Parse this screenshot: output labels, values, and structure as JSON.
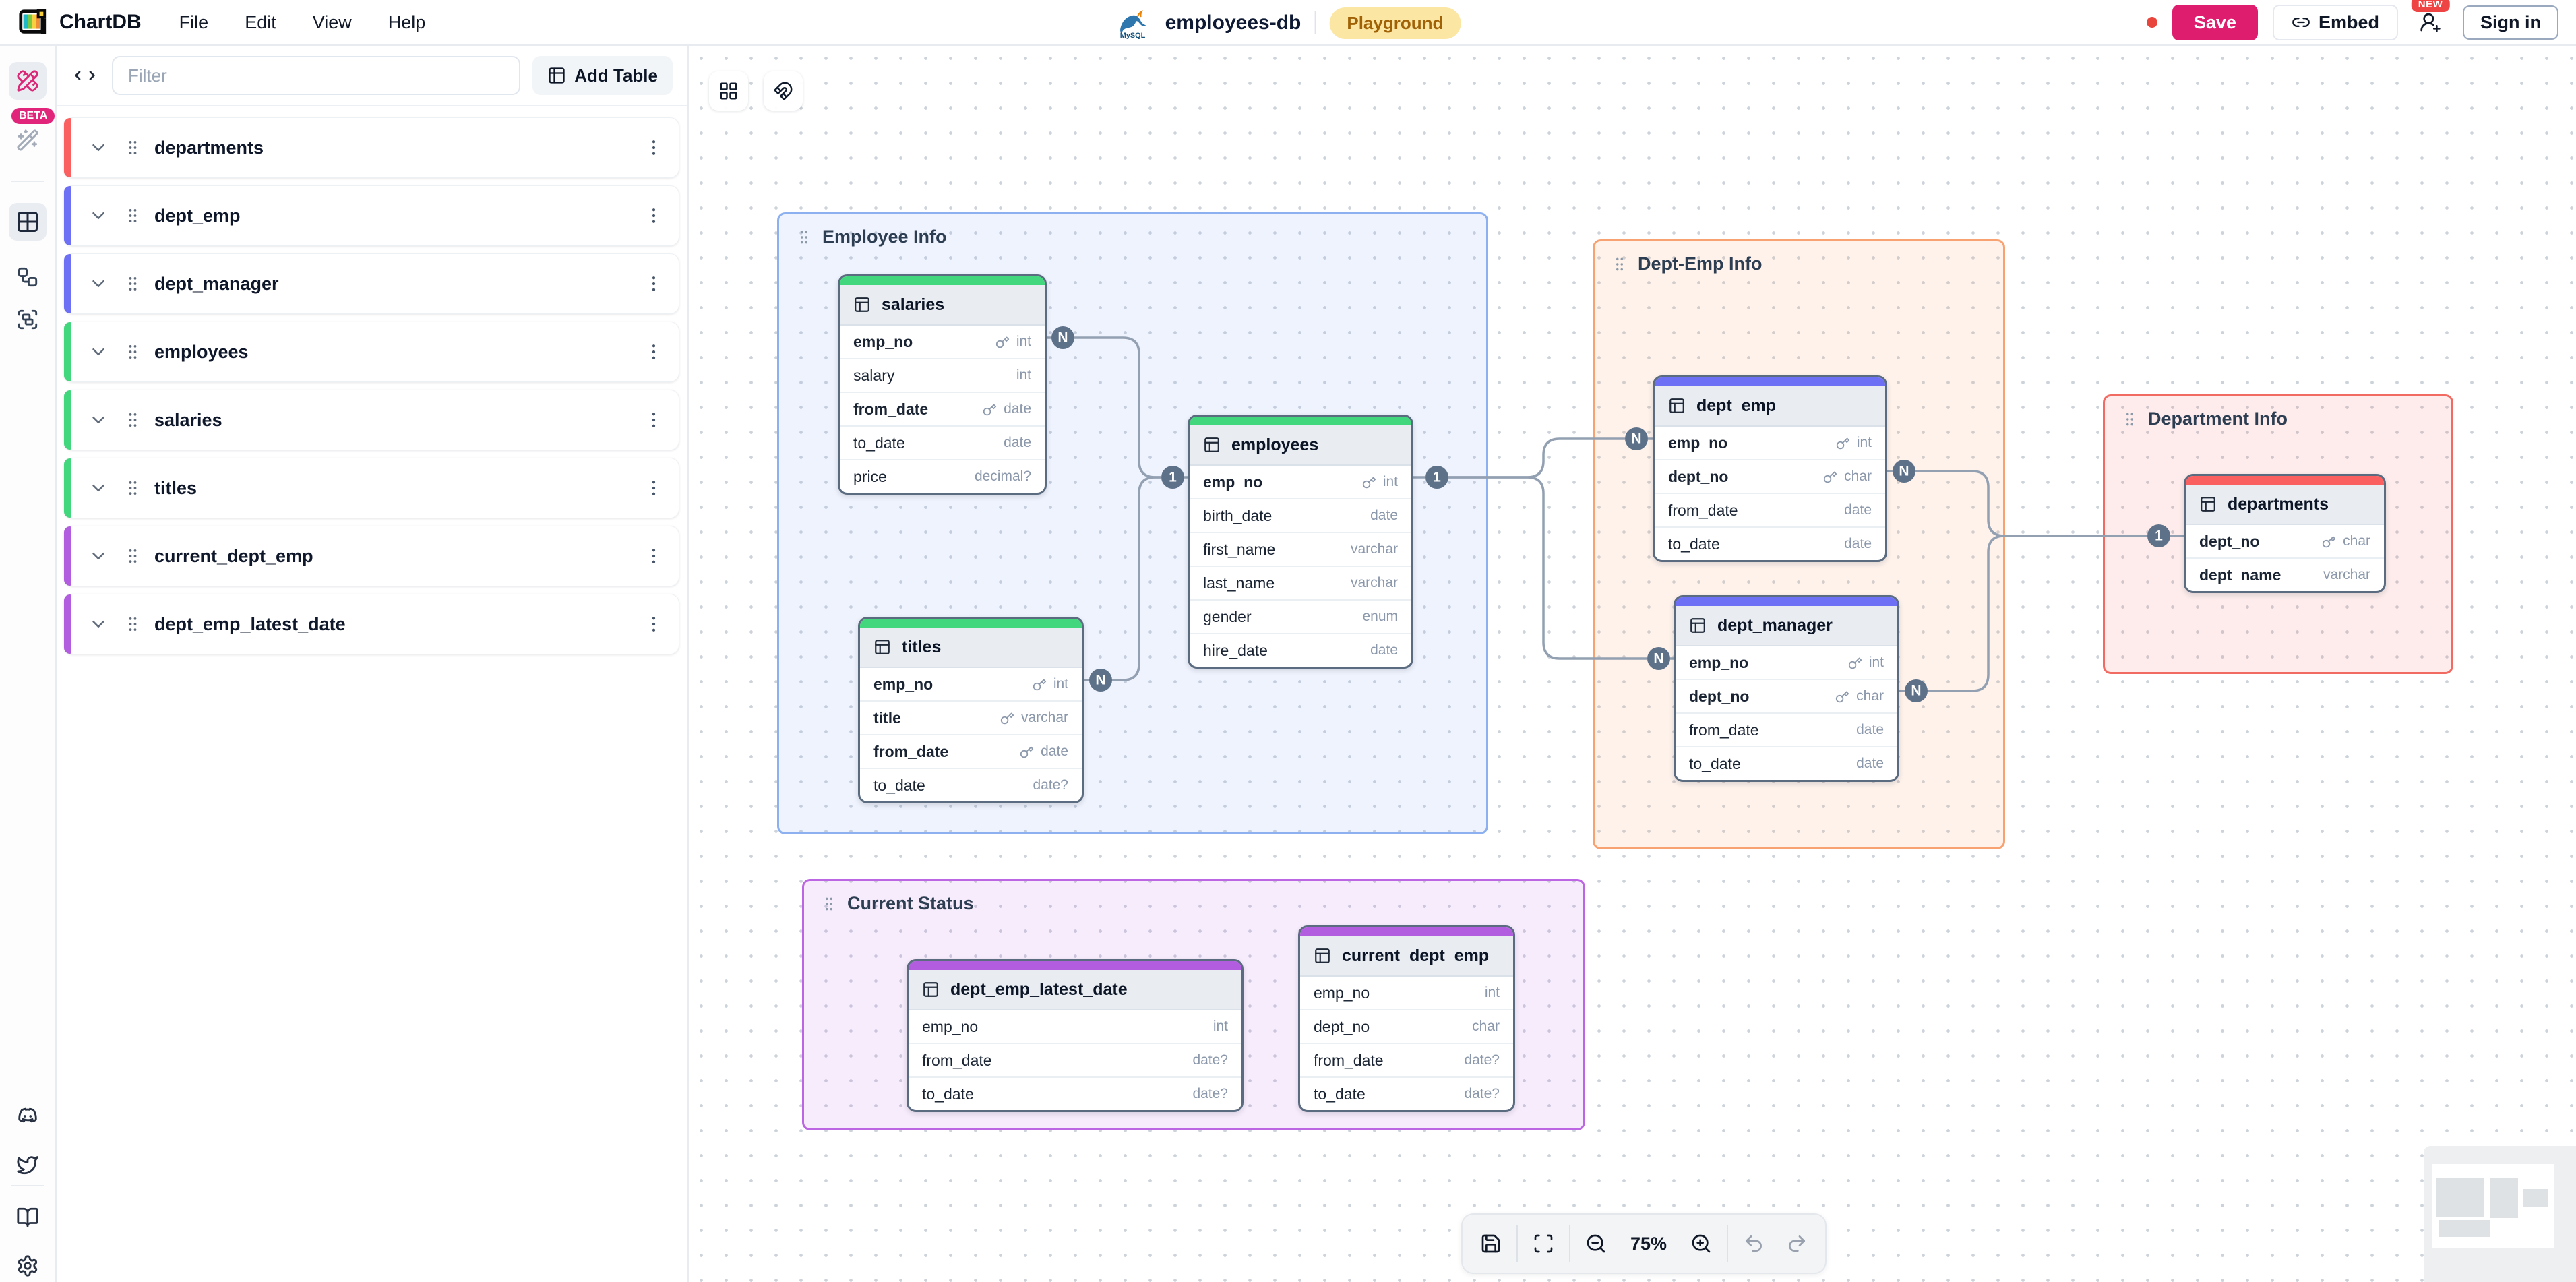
{
  "menubar": {
    "app_name": "ChartDB",
    "menus": [
      "File",
      "Edit",
      "View",
      "Help"
    ],
    "db_logo_text": "MySQL",
    "diagram_name": "employees-db",
    "db_badge": "Playground",
    "save_label": "Save",
    "embed_label": "Embed",
    "new_badge": "NEW",
    "sign_in_label": "Sign in",
    "accent_color": "#df1d6e",
    "unsaved_dot_color": "#e8463c"
  },
  "side_rail": {
    "beta_badge": "BETA"
  },
  "side_panel": {
    "filter_placeholder": "Filter",
    "add_table_label": "Add Table",
    "tables": [
      {
        "name": "departments",
        "color": "#fb6060"
      },
      {
        "name": "dept_emp",
        "color": "#6d6ff5"
      },
      {
        "name": "dept_manager",
        "color": "#6d6ff5"
      },
      {
        "name": "employees",
        "color": "#42d77d"
      },
      {
        "name": "salaries",
        "color": "#42d77d"
      },
      {
        "name": "titles",
        "color": "#42d77d"
      },
      {
        "name": "current_dept_emp",
        "color": "#b25ce0"
      },
      {
        "name": "dept_emp_latest_date",
        "color": "#b25ce0"
      }
    ]
  },
  "canvas": {
    "groups": [
      {
        "name": "Employee Info",
        "border": "#8cb0f0",
        "bg": "rgba(147,177,240,0.15)"
      },
      {
        "name": "Dept-Emp Info",
        "border": "#f9a271",
        "bg": "rgba(249,162,113,0.14)"
      },
      {
        "name": "Department Info",
        "border": "#f26b63",
        "bg": "rgba(242,107,99,0.13)"
      },
      {
        "name": "Current Status",
        "border": "#bd66e3",
        "bg": "rgba(189,102,227,0.12)"
      }
    ],
    "tables": [
      {
        "title": "salaries",
        "color": "#42d77d",
        "fields": [
          {
            "name": "emp_no",
            "type": "int",
            "key": true,
            "bold": true
          },
          {
            "name": "salary",
            "type": "int"
          },
          {
            "name": "from_date",
            "type": "date",
            "key": true,
            "bold": true
          },
          {
            "name": "to_date",
            "type": "date"
          },
          {
            "name": "price",
            "type": "decimal?"
          }
        ]
      },
      {
        "title": "employees",
        "color": "#42d77d",
        "fields": [
          {
            "name": "emp_no",
            "type": "int",
            "key": true,
            "bold": true
          },
          {
            "name": "birth_date",
            "type": "date"
          },
          {
            "name": "first_name",
            "type": "varchar"
          },
          {
            "name": "last_name",
            "type": "varchar"
          },
          {
            "name": "gender",
            "type": "enum"
          },
          {
            "name": "hire_date",
            "type": "date"
          }
        ]
      },
      {
        "title": "titles",
        "color": "#42d77d",
        "fields": [
          {
            "name": "emp_no",
            "type": "int",
            "key": true,
            "bold": true
          },
          {
            "name": "title",
            "type": "varchar",
            "key": true,
            "bold": true
          },
          {
            "name": "from_date",
            "type": "date",
            "key": true,
            "bold": true
          },
          {
            "name": "to_date",
            "type": "date?"
          }
        ]
      },
      {
        "title": "dept_emp",
        "color": "#6d6ff5",
        "fields": [
          {
            "name": "emp_no",
            "type": "int",
            "key": true,
            "bold": true
          },
          {
            "name": "dept_no",
            "type": "char",
            "key": true,
            "bold": true
          },
          {
            "name": "from_date",
            "type": "date"
          },
          {
            "name": "to_date",
            "type": "date"
          }
        ]
      },
      {
        "title": "dept_manager",
        "color": "#6d6ff5",
        "fields": [
          {
            "name": "emp_no",
            "type": "int",
            "key": true,
            "bold": true
          },
          {
            "name": "dept_no",
            "type": "char",
            "key": true,
            "bold": true
          },
          {
            "name": "from_date",
            "type": "date"
          },
          {
            "name": "to_date",
            "type": "date"
          }
        ]
      },
      {
        "title": "departments",
        "color": "#fb6060",
        "fields": [
          {
            "name": "dept_no",
            "type": "char",
            "key": true,
            "bold": true
          },
          {
            "name": "dept_name",
            "type": "varchar",
            "bold": true
          }
        ]
      },
      {
        "title": "dept_emp_latest_date",
        "color": "#b25ce0",
        "fields": [
          {
            "name": "emp_no",
            "type": "int"
          },
          {
            "name": "from_date",
            "type": "date?"
          },
          {
            "name": "to_date",
            "type": "date?"
          }
        ]
      },
      {
        "title": "current_dept_emp",
        "color": "#b25ce0",
        "fields": [
          {
            "name": "emp_no",
            "type": "int"
          },
          {
            "name": "dept_no",
            "type": "char"
          },
          {
            "name": "from_date",
            "type": "date?"
          },
          {
            "name": "to_date",
            "type": "date?"
          }
        ]
      }
    ],
    "cardinality_markers": [
      "N",
      "N",
      "1",
      "1",
      "N",
      "N",
      "N",
      "N",
      "1"
    ]
  },
  "toolbar": {
    "zoom_level": "75%"
  }
}
